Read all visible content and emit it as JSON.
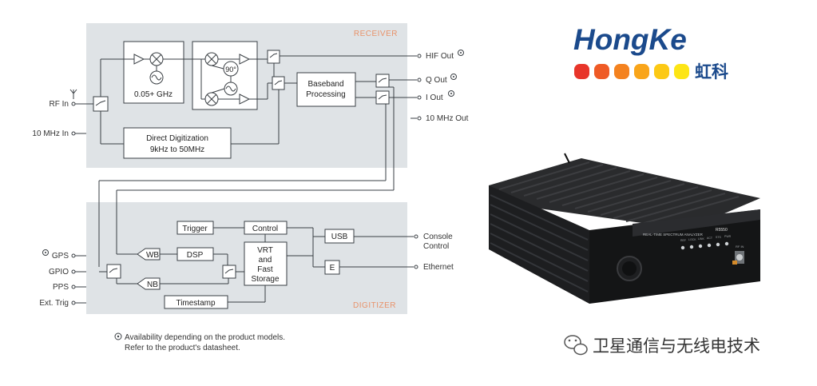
{
  "receiver": {
    "section_label": "RECEIVER",
    "rf_in": "RF In",
    "ref_in": "10 MHz In",
    "freq_block": "0.05+ GHz",
    "phase_label": "90°",
    "baseband_line1": "Baseband",
    "baseband_line2": "Processing",
    "dd_line1": "Direct Digitization",
    "dd_line2": "9kHz to 50MHz",
    "hif_out": "HIF Out",
    "q_out": "Q Out",
    "i_out": "I Out",
    "ref_out": "10 MHz Out"
  },
  "digitizer": {
    "section_label": "DIGITIZER",
    "trigger": "Trigger",
    "control": "Control",
    "usb": "USB",
    "wb": "WB",
    "dsp": "DSP",
    "vrt_l1": "VRT",
    "vrt_l2": "and",
    "vrt_l3": "Fast",
    "vrt_l4": "Storage",
    "e": "E",
    "nb": "NB",
    "timestamp": "Timestamp",
    "gps": "GPS",
    "gpio": "GPIO",
    "pps": "PPS",
    "ext_trig": "Ext. Trig",
    "console_l1": "Console",
    "console_l2": "Control",
    "ethernet": "Ethernet"
  },
  "footnote": {
    "line1": "Availability depending on the product models.",
    "line2": "Refer to the product's datasheet."
  },
  "logo": {
    "name": "HongKe",
    "chinese": "虹科",
    "dot_colors": [
      "#e8352a",
      "#ef5a25",
      "#f4821f",
      "#f9a51a",
      "#fcc915",
      "#fde515"
    ],
    "brand_color": "#1b4a8c"
  },
  "device": {
    "panel_title": "REAL-TIME SPECTRUM ANALYZER",
    "model": "R5550",
    "led_labels": [
      "REF",
      "LOCK",
      "LINK",
      "ACT",
      "STS",
      "PWR"
    ],
    "rf_label": "RF IN"
  },
  "watermark": {
    "text": "卫星通信与无线电技术",
    "icon": "wechat-icon"
  },
  "colors": {
    "panel": "#dfe3e6",
    "line": "#3a3f44",
    "section": "#e8926a"
  }
}
